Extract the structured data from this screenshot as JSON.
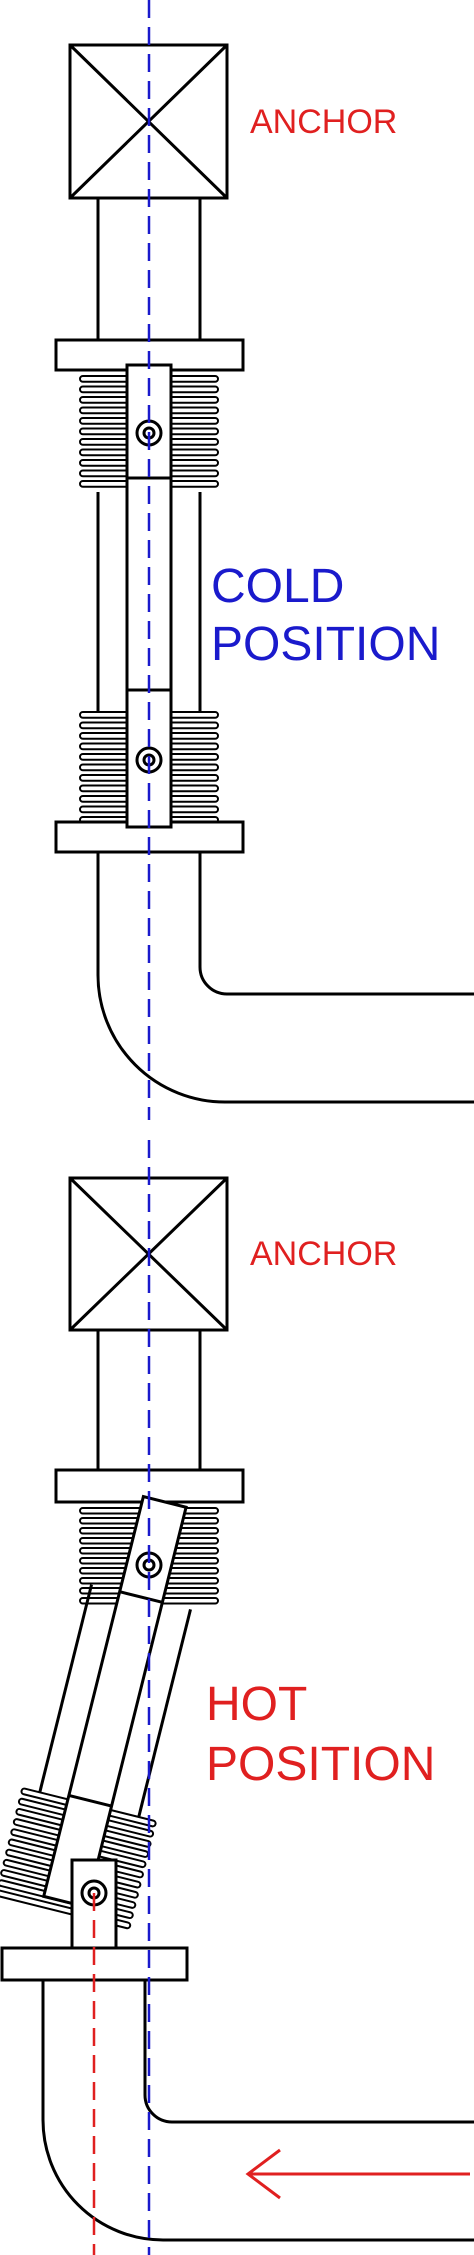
{
  "labels": {
    "anchor_top": "ANCHOR",
    "cold_line1": "COLD",
    "cold_line2": "POSITION",
    "anchor_bottom": "ANCHOR",
    "hot_line1": "HOT",
    "hot_line2": "POSITION"
  },
  "colors": {
    "line": "#000000",
    "centerline_blue": "#1a1acc",
    "centerline_red": "#e02020",
    "anchor_text": "#e02020",
    "cold_text": "#1a1acc",
    "hot_text": "#e02020",
    "flow_arrow": "#e02020"
  },
  "icons": {
    "anchor_symbol": "box-with-x",
    "flow_direction": "left-arrow"
  }
}
